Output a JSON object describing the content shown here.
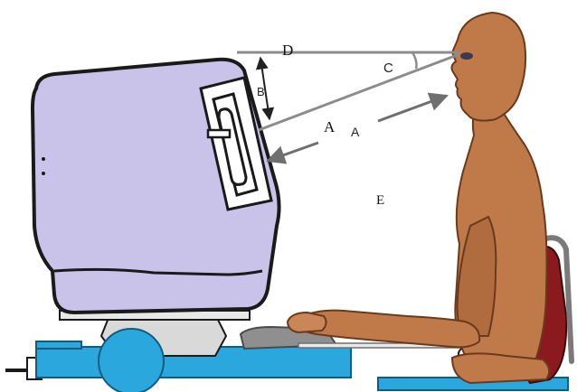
{
  "labels": {
    "d": "D",
    "c": "C",
    "b": "B",
    "a_upper": "A",
    "a_lower": "A",
    "e": "E"
  },
  "colors": {
    "monitor_body": "#c9c3ea",
    "monitor_outline": "#1a1a1a",
    "skin": "#c07a4a",
    "skin_shadow": "#8a4e2a",
    "chair_back": "#8b1a1f",
    "desk_blue": "#2aa7dc",
    "pedestal_gray": "#d9d9d9",
    "sight_line": "#8c8c8c",
    "keyboard_gray": "#8f8f8f",
    "eye": "#3b3b4f"
  }
}
